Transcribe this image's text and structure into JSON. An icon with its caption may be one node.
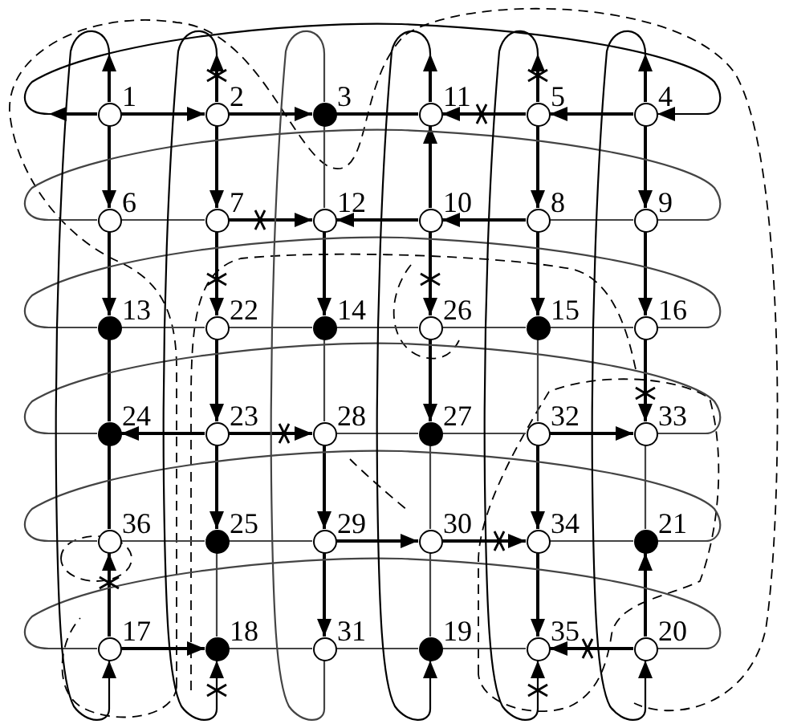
{
  "diagram": {
    "nodes": [
      {
        "text": [],
        "shape": "circle",
        "beside": [
          "1"
        ]
      },
      {
        "text": [],
        "shape": "circle",
        "beside": [
          "2"
        ]
      },
      {
        "text": [],
        "shape": "dot",
        "beside": [
          "3"
        ]
      },
      {
        "text": [],
        "shape": "circle",
        "beside": [
          "11"
        ]
      },
      {
        "text": [],
        "shape": "circle",
        "beside": [
          "5"
        ]
      },
      {
        "text": [],
        "shape": "circle",
        "beside": [
          "4"
        ]
      },
      {
        "text": [],
        "shape": "circle",
        "beside": [
          "6"
        ]
      },
      {
        "text": [],
        "shape": "circle",
        "beside": [
          "7"
        ]
      },
      {
        "text": [],
        "shape": "circle",
        "beside": [
          "12"
        ]
      },
      {
        "text": [],
        "shape": "circle",
        "beside": [
          "10"
        ]
      },
      {
        "text": [],
        "shape": "circle",
        "beside": [
          "8"
        ]
      },
      {
        "text": [],
        "shape": "circle",
        "beside": [
          "9"
        ]
      },
      {
        "text": [],
        "shape": "dot",
        "beside": [
          "13"
        ]
      },
      {
        "text": [],
        "shape": "circle",
        "beside": [
          "22"
        ]
      },
      {
        "text": [],
        "shape": "dot",
        "beside": [
          "14"
        ]
      },
      {
        "text": [],
        "shape": "circle",
        "beside": [
          "26"
        ]
      },
      {
        "text": [],
        "shape": "dot",
        "beside": [
          "15"
        ]
      },
      {
        "text": [],
        "shape": "circle",
        "beside": [
          "16"
        ]
      },
      {
        "text": [],
        "shape": "dot",
        "beside": [
          "24"
        ]
      },
      {
        "text": [],
        "shape": "circle",
        "beside": [
          "23"
        ]
      },
      {
        "text": [],
        "shape": "circle",
        "beside": [
          "28"
        ]
      },
      {
        "text": [],
        "shape": "dot",
        "beside": [
          "27"
        ]
      },
      {
        "text": [],
        "shape": "circle",
        "beside": [
          "32"
        ]
      },
      {
        "text": [],
        "shape": "circle",
        "beside": [
          "33"
        ]
      },
      {
        "text": [],
        "shape": "circle",
        "beside": [
          "36"
        ]
      },
      {
        "text": [],
        "shape": "dot",
        "beside": [
          "25"
        ]
      },
      {
        "text": [],
        "shape": "circle",
        "beside": [
          "29"
        ]
      },
      {
        "text": [],
        "shape": "circle",
        "beside": [
          "30"
        ]
      },
      {
        "text": [],
        "shape": "circle",
        "beside": [
          "34"
        ]
      },
      {
        "text": [],
        "shape": "dot",
        "beside": [
          "21"
        ]
      },
      {
        "text": [],
        "shape": "circle",
        "beside": [
          "17"
        ]
      },
      {
        "text": [],
        "shape": "dot",
        "beside": [
          "18"
        ]
      },
      {
        "text": [],
        "shape": "circle",
        "beside": [
          "31"
        ]
      },
      {
        "text": [],
        "shape": "dot",
        "beside": [
          "19"
        ]
      },
      {
        "text": [],
        "shape": "circle",
        "beside": [
          "35"
        ]
      },
      {
        "text": [],
        "shape": "circle",
        "beside": [
          "20"
        ]
      }
    ],
    "edges": [
      {
        "from": 0,
        "to": 1,
        "arrow": "to"
      },
      {
        "from": 1,
        "to": 2,
        "arrow": "to"
      },
      {
        "from": 2,
        "to": 3,
        "arrow": "none"
      },
      {
        "from": 4,
        "to": 3,
        "arrow": "to"
      },
      {
        "from": 5,
        "to": 4,
        "arrow": "to"
      },
      {
        "from": 6,
        "to": 7,
        "arrow": "none",
        "color": "#444444"
      },
      {
        "from": 7,
        "to": 8,
        "arrow": "to"
      },
      {
        "from": 9,
        "to": 8,
        "arrow": "to"
      },
      {
        "from": 10,
        "to": 9,
        "arrow": "to"
      },
      {
        "from": 10,
        "to": 11,
        "arrow": "none",
        "color": "#444444"
      },
      {
        "from": 12,
        "to": 13,
        "arrow": "none",
        "color": "#444444"
      },
      {
        "from": 13,
        "to": 14,
        "arrow": "none",
        "color": "#444444"
      },
      {
        "from": 14,
        "to": 15,
        "arrow": "none",
        "color": "#444444"
      },
      {
        "from": 15,
        "to": 16,
        "arrow": "none",
        "color": "#444444"
      },
      {
        "from": 16,
        "to": 17,
        "arrow": "none",
        "color": "#444444"
      },
      {
        "from": 19,
        "to": 18,
        "arrow": "to"
      },
      {
        "from": 19,
        "to": 20,
        "arrow": "to"
      },
      {
        "from": 20,
        "to": 21,
        "arrow": "none",
        "color": "#444444"
      },
      {
        "from": 21,
        "to": 22,
        "arrow": "none",
        "color": "#444444"
      },
      {
        "from": 22,
        "to": 23,
        "arrow": "to"
      },
      {
        "from": 24,
        "to": 25,
        "arrow": "none",
        "color": "#444444"
      },
      {
        "from": 25,
        "to": 26,
        "arrow": "none",
        "color": "#444444"
      },
      {
        "from": 26,
        "to": 27,
        "arrow": "to"
      },
      {
        "from": 27,
        "to": 28,
        "arrow": "to"
      },
      {
        "from": 28,
        "to": 29,
        "arrow": "none",
        "color": "#444444"
      },
      {
        "from": 30,
        "to": 31,
        "arrow": "to"
      },
      {
        "from": 31,
        "to": 32,
        "arrow": "none",
        "color": "#444444"
      },
      {
        "from": 32,
        "to": 33,
        "arrow": "none",
        "color": "#444444"
      },
      {
        "from": 33,
        "to": 34,
        "arrow": "none",
        "color": "#444444"
      },
      {
        "from": 35,
        "to": 34,
        "arrow": "to"
      },
      {
        "from": 0,
        "to": 6,
        "arrow": "to"
      },
      {
        "from": 6,
        "to": 12,
        "arrow": "to"
      },
      {
        "from": 12,
        "to": 18,
        "arrow": "none"
      },
      {
        "from": 18,
        "to": 24,
        "arrow": "none"
      },
      {
        "from": 30,
        "to": 24,
        "arrow": "to"
      },
      {
        "from": 1,
        "to": 7,
        "arrow": "to"
      },
      {
        "from": 7,
        "to": 13,
        "arrow": "to"
      },
      {
        "from": 13,
        "to": 19,
        "arrow": "to"
      },
      {
        "from": 19,
        "to": 25,
        "arrow": "to"
      },
      {
        "from": 25,
        "to": 31,
        "arrow": "none",
        "color": "#444444"
      },
      {
        "from": 2,
        "to": 8,
        "arrow": "none",
        "color": "#444444"
      },
      {
        "from": 8,
        "to": 14,
        "arrow": "to"
      },
      {
        "from": 14,
        "to": 20,
        "arrow": "none",
        "color": "#444444"
      },
      {
        "from": 20,
        "to": 26,
        "arrow": "to"
      },
      {
        "from": 26,
        "to": 32,
        "arrow": "to"
      },
      {
        "from": 9,
        "to": 3,
        "arrow": "to"
      },
      {
        "from": 9,
        "to": 15,
        "arrow": "to"
      },
      {
        "from": 15,
        "to": 21,
        "arrow": "to"
      },
      {
        "from": 21,
        "to": 27,
        "arrow": "none",
        "color": "#444444"
      },
      {
        "from": 27,
        "to": 33,
        "arrow": "none",
        "color": "#444444"
      },
      {
        "from": 4,
        "to": 10,
        "arrow": "to"
      },
      {
        "from": 10,
        "to": 16,
        "arrow": "to"
      },
      {
        "from": 16,
        "to": 22,
        "arrow": "none",
        "color": "#444444"
      },
      {
        "from": 22,
        "to": 28,
        "arrow": "to"
      },
      {
        "from": 28,
        "to": 34,
        "arrow": "to"
      },
      {
        "from": 5,
        "to": 11,
        "arrow": "to"
      },
      {
        "from": 11,
        "to": 17,
        "arrow": "to"
      },
      {
        "from": 17,
        "to": 23,
        "arrow": "to"
      },
      {
        "from": 23,
        "to": 29,
        "arrow": "none",
        "color": "#444444"
      },
      {
        "from": 35,
        "to": 29,
        "arrow": "to"
      },
      {
        "from": 0,
        "to": 5,
        "arrow": "to"
      },
      {
        "from": 6,
        "to": 11,
        "arrow": "none",
        "color": "#444444"
      },
      {
        "from": 12,
        "to": 17,
        "arrow": "none",
        "color": "#444444"
      },
      {
        "from": 18,
        "to": 23,
        "arrow": "none",
        "color": "#444444"
      },
      {
        "from": 24,
        "to": 29,
        "arrow": "none",
        "color": "#444444"
      },
      {
        "from": 30,
        "to": 35,
        "arrow": "none",
        "color": "#444444"
      },
      {
        "from": 0,
        "to": 30,
        "arrow": "to"
      },
      {
        "from": 1,
        "to": 31,
        "arrow": "to"
      },
      {
        "from": 2,
        "to": 32,
        "arrow": "none",
        "color": "#444444"
      },
      {
        "from": 3,
        "to": 33,
        "arrow": "to"
      },
      {
        "from": 4,
        "to": 34,
        "arrow": "to"
      },
      {
        "from": 5,
        "to": 35,
        "arrow": "to"
      }
    ]
  }
}
